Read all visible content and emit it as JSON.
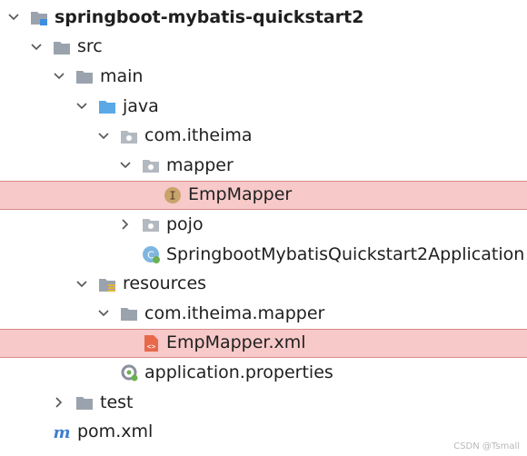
{
  "tree": [
    {
      "label": "springboot-mybatis-quickstart2",
      "icon": "module-folder-icon",
      "expanded": true,
      "bold": true
    },
    {
      "label": "src",
      "icon": "folder-icon",
      "expanded": true
    },
    {
      "label": "main",
      "icon": "folder-icon",
      "expanded": true
    },
    {
      "label": "java",
      "icon": "source-root-folder-icon",
      "expanded": true
    },
    {
      "label": "com.itheima",
      "icon": "package-icon",
      "expanded": true
    },
    {
      "label": "mapper",
      "icon": "package-icon",
      "expanded": true
    },
    {
      "label": "EmpMapper",
      "icon": "interface-icon",
      "highlighted": true
    },
    {
      "label": "pojo",
      "icon": "package-icon",
      "expanded": false
    },
    {
      "label": "SpringbootMybatisQuickstart2Application",
      "icon": "spring-boot-class-icon"
    },
    {
      "label": "resources",
      "icon": "resources-folder-icon",
      "expanded": true
    },
    {
      "label": "com.itheima.mapper",
      "icon": "folder-icon",
      "expanded": true
    },
    {
      "label": "EmpMapper.xml",
      "icon": "xml-file-icon",
      "highlighted": true
    },
    {
      "label": "application.properties",
      "icon": "properties-file-icon"
    },
    {
      "label": "test",
      "icon": "folder-icon",
      "expanded": false
    },
    {
      "label": "pom.xml",
      "icon": "maven-icon"
    }
  ],
  "watermark": "CSDN @Tsmall",
  "colors": {
    "highlight": "#f7c9c9",
    "highlight_border": "#d98a8a",
    "folder": "#9aa3ad",
    "source_folder": "#5aa9e6",
    "interface_badge": "#c9a36b",
    "xml": "#e8684a",
    "spring": "#6cb052",
    "maven": "#3f7fd1"
  }
}
